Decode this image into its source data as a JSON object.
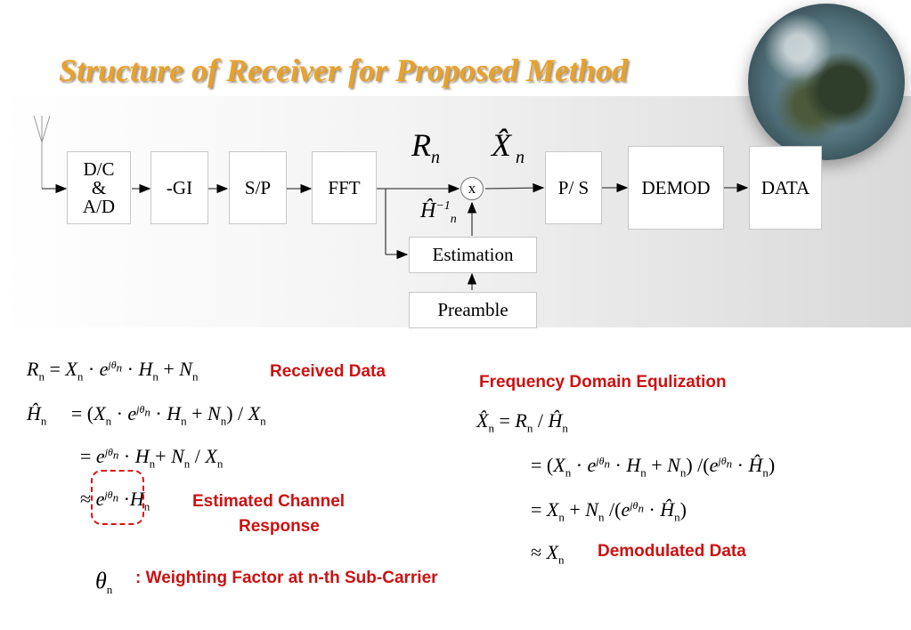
{
  "title": "Structure of Receiver for Proposed Method",
  "blocks": {
    "dc_line1": "D/C",
    "dc_line2": "&",
    "dc_line3": "A/D",
    "gi": "-GI",
    "sp": "S/P",
    "fft": "FFT",
    "multiplier": "x",
    "ps": "P/ S",
    "demod": "DEMOD",
    "data": "DATA",
    "estimation": "Estimation",
    "preamble": "Preamble"
  },
  "labels": {
    "received_data": "Received Data",
    "estimated_channel_line1": "Estimated Channel",
    "estimated_channel_line2": "Response",
    "frequency_domain": "Frequency Domain Equlization",
    "demodulated_data": "Demodulated Data",
    "weighting_factor": ": Weighting Factor at n-th Sub-Carrier"
  },
  "colors": {
    "title": "#e8a12a",
    "notes": "#cc1111",
    "dashed_box": "#dd1111"
  }
}
